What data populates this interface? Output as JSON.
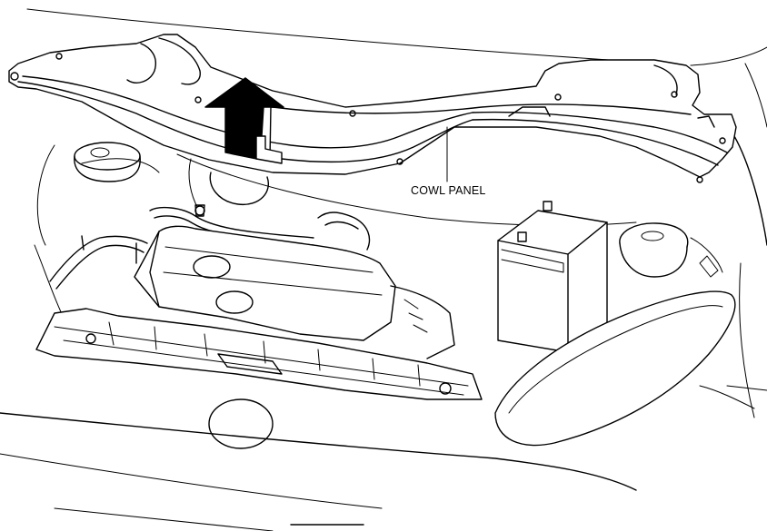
{
  "diagram": {
    "callouts": [
      {
        "id": "cowl-panel",
        "label": "COWL PANEL"
      }
    ],
    "arrow": {
      "direction": "up",
      "meaning": "remove"
    }
  }
}
